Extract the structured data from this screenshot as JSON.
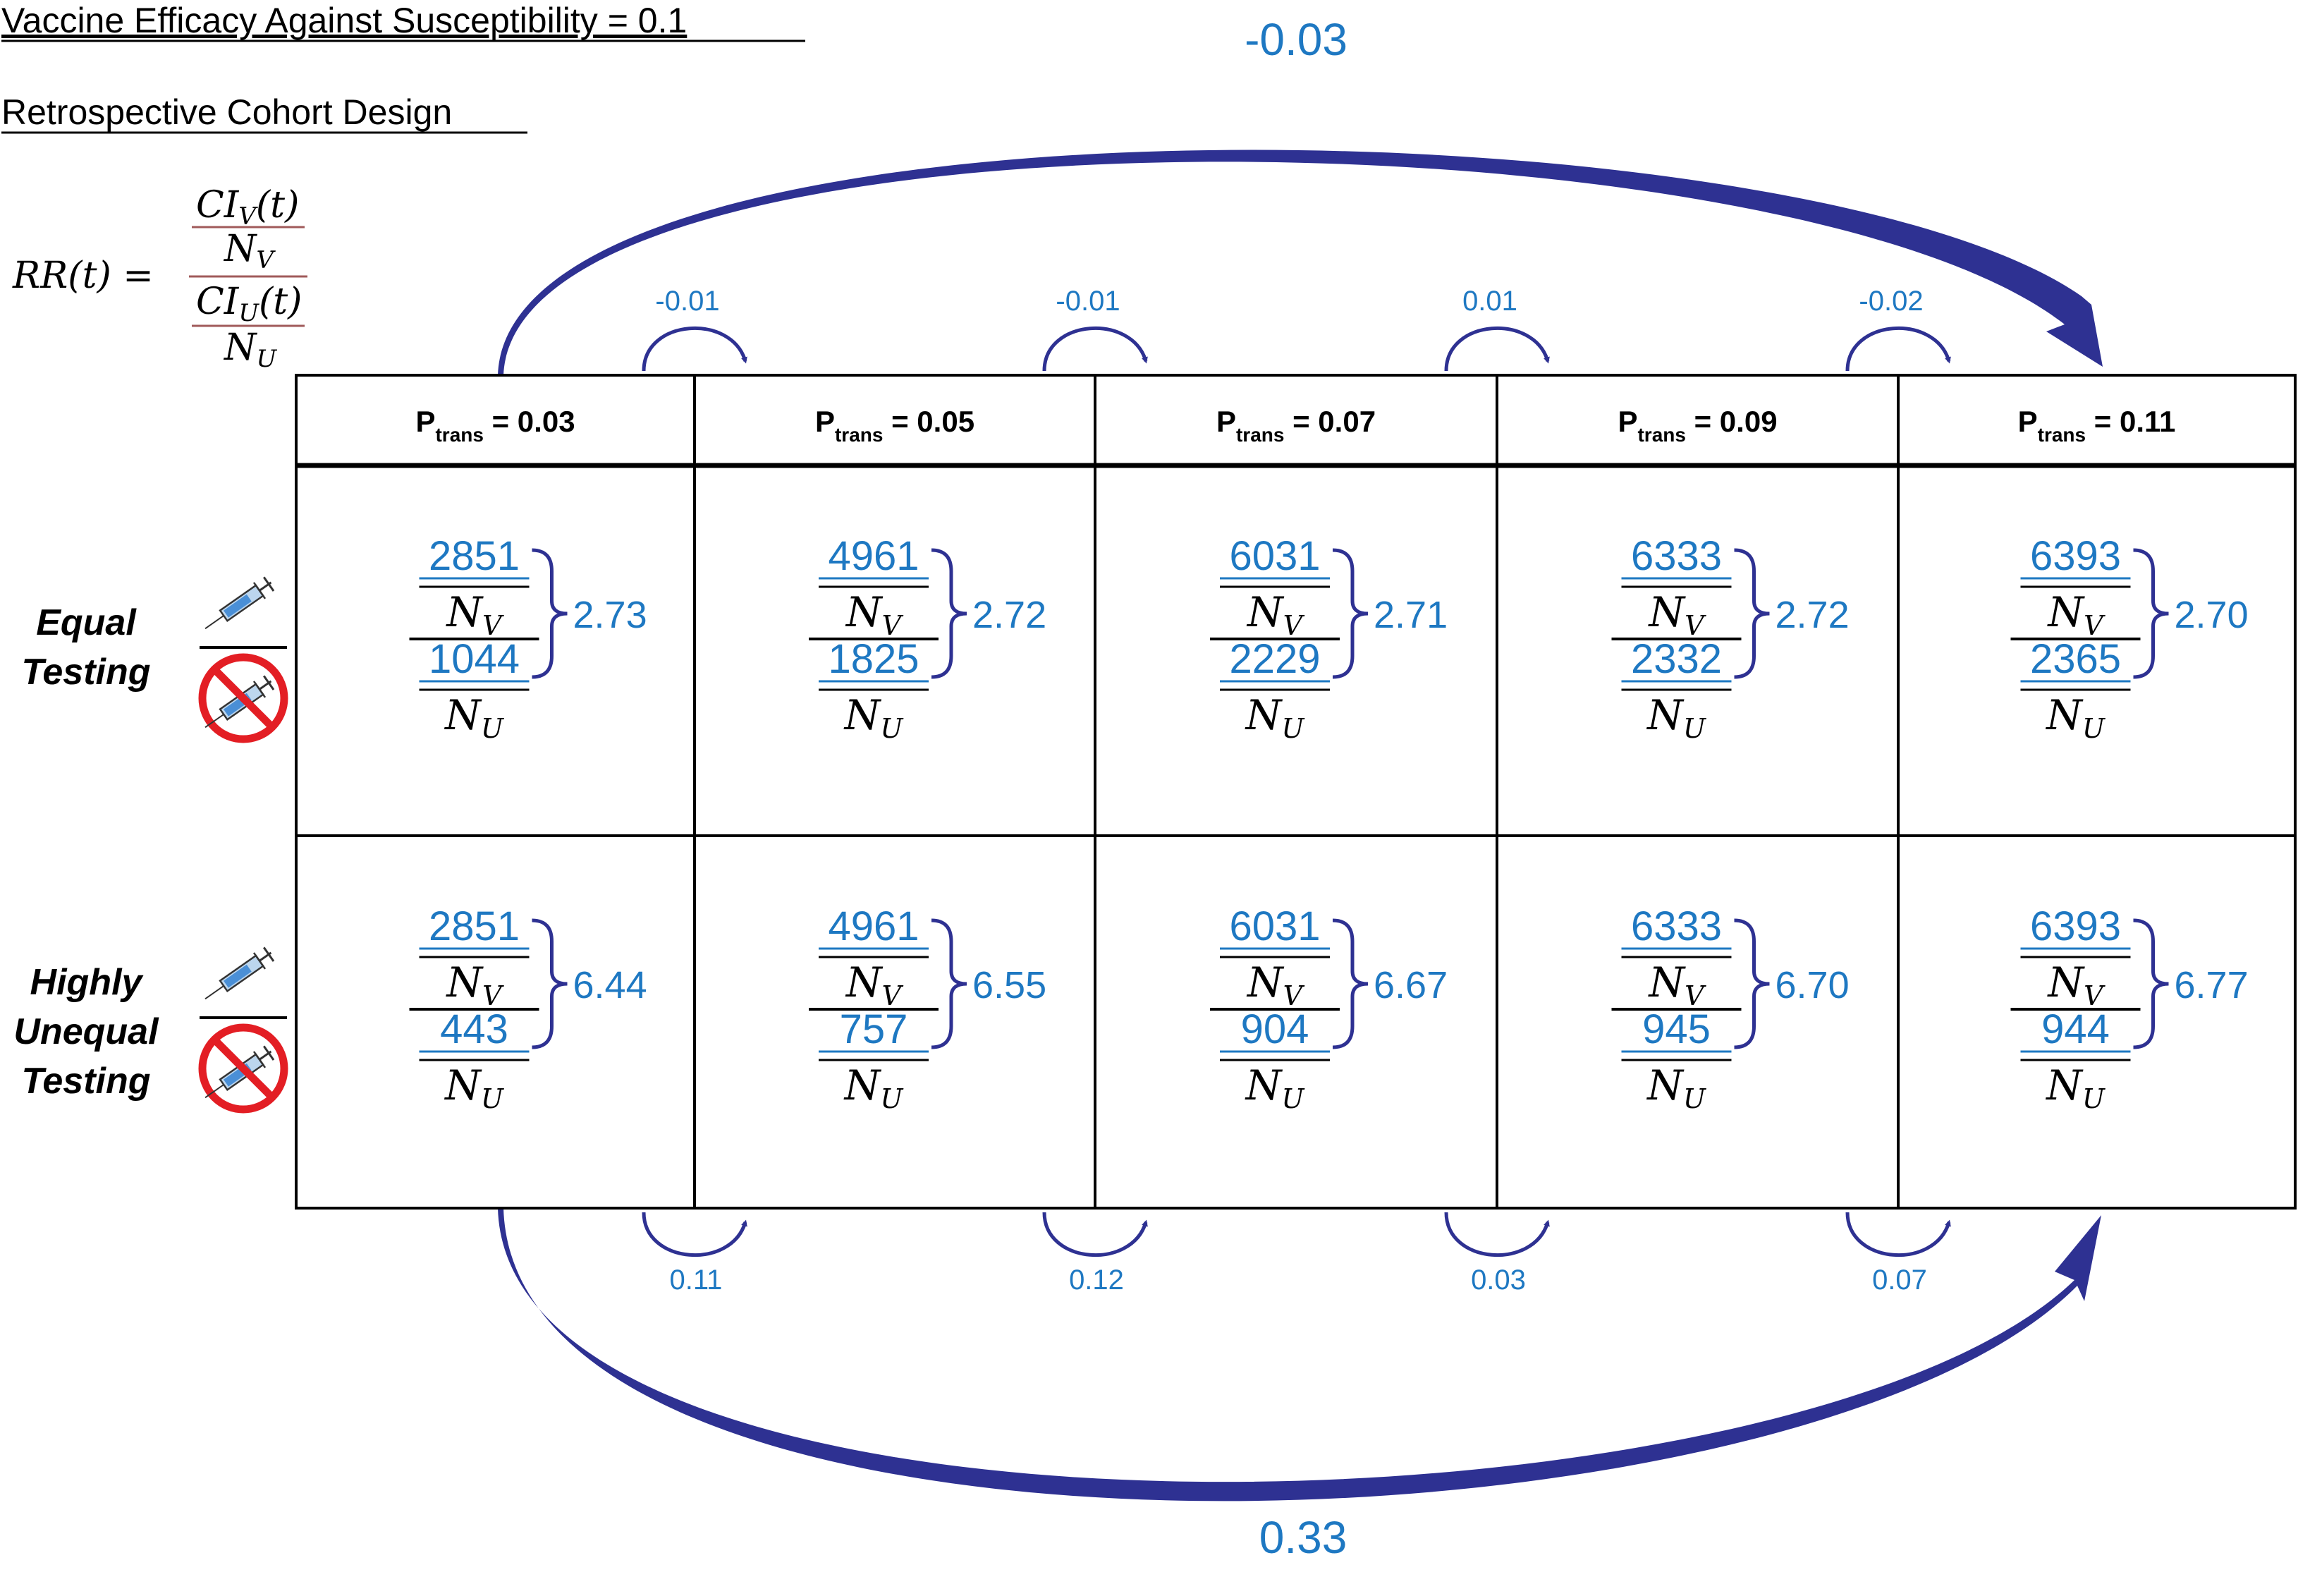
{
  "header": {
    "title": "Vaccine Efficacy Against Susceptibility = 0.1",
    "subtitle": "Retrospective Cohort Design"
  },
  "formula": {
    "lhs": "RR(t) =",
    "num_top": "CI",
    "num_top_sub": "V",
    "num_top_tail": "(t)",
    "num_bottom": "N",
    "num_bottom_sub": "V",
    "den_top": "CI",
    "den_top_sub": "U",
    "den_top_tail": "(t)",
    "den_bottom": "N",
    "den_bottom_sub": "U"
  },
  "labels": {
    "p_main": "P",
    "p_sub": "trans",
    "nv_main": "N",
    "nv_sub": "V",
    "nu_main": "N",
    "nu_sub": "U"
  },
  "columns": [
    "= 0.03",
    "= 0.05",
    "= 0.07",
    "= 0.09",
    "= 0.11"
  ],
  "rows": [
    {
      "label_line1": "Equal",
      "label_line2": "Testing",
      "cells": [
        {
          "vaccinated": "2851",
          "unvaccinated": "1044",
          "rr": "2.73"
        },
        {
          "vaccinated": "4961",
          "unvaccinated": "1825",
          "rr": "2.72"
        },
        {
          "vaccinated": "6031",
          "unvaccinated": "2229",
          "rr": "2.71"
        },
        {
          "vaccinated": "6333",
          "unvaccinated": "2332",
          "rr": "2.72"
        },
        {
          "vaccinated": "6393",
          "unvaccinated": "2365",
          "rr": "2.70"
        }
      ]
    },
    {
      "label_line1": "Highly",
      "label_line2": "Unequal",
      "label_line3": "Testing",
      "cells": [
        {
          "vaccinated": "2851",
          "unvaccinated": "443",
          "rr": "6.44"
        },
        {
          "vaccinated": "4961",
          "unvaccinated": "757",
          "rr": "6.55"
        },
        {
          "vaccinated": "6031",
          "unvaccinated": "904",
          "rr": "6.67"
        },
        {
          "vaccinated": "6333",
          "unvaccinated": "945",
          "rr": "6.70"
        },
        {
          "vaccinated": "6393",
          "unvaccinated": "944",
          "rr": "6.77"
        }
      ]
    }
  ],
  "top_arrows": [
    "-0.01",
    "-0.01",
    "0.01",
    "-0.02"
  ],
  "bottom_arrows": [
    "0.11",
    "0.12",
    "0.03",
    "0.07"
  ],
  "big_top": "-0.03",
  "big_bottom": "0.33",
  "colors": {
    "blue_text": "#1e78c2",
    "arrow": "#2e3192",
    "grid": "#000000",
    "red": "#e31e24"
  },
  "icons": [
    "syringe-icon",
    "no-vaccine-icon"
  ]
}
